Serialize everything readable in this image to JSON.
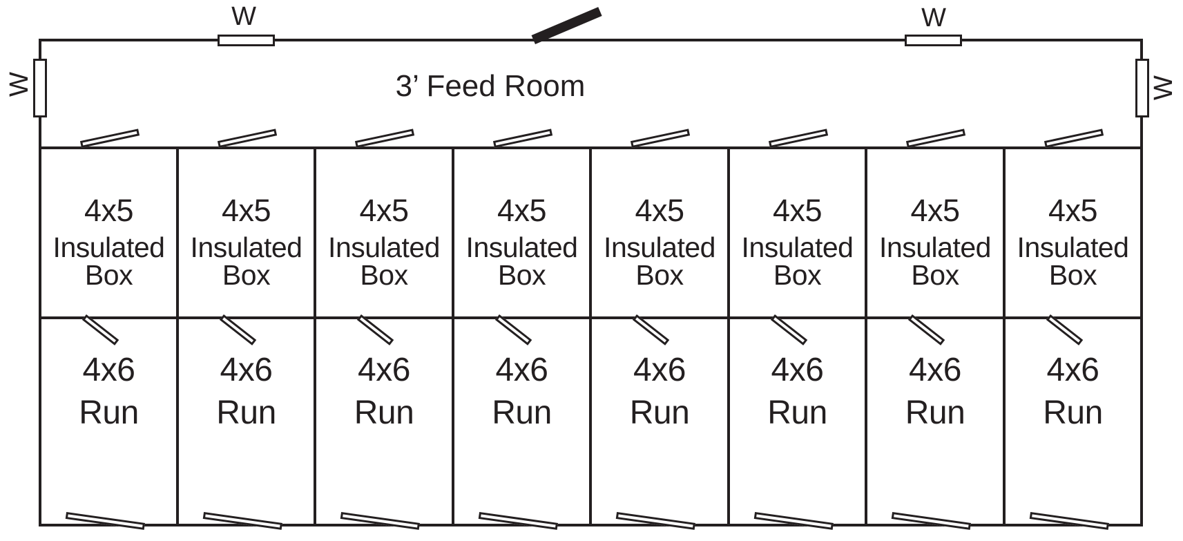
{
  "colors": {
    "ink": "#231f20",
    "background": "#ffffff"
  },
  "plan": {
    "feed_room_label": "3’ Feed Room",
    "window_label": "W",
    "stalls": [
      {
        "box_size": "4x5",
        "box_line1": "Insulated",
        "box_line2": "Box",
        "run_size": "4x6",
        "run_label": "Run"
      },
      {
        "box_size": "4x5",
        "box_line1": "Insulated",
        "box_line2": "Box",
        "run_size": "4x6",
        "run_label": "Run"
      },
      {
        "box_size": "4x5",
        "box_line1": "Insulated",
        "box_line2": "Box",
        "run_size": "4x6",
        "run_label": "Run"
      },
      {
        "box_size": "4x5",
        "box_line1": "Insulated",
        "box_line2": "Box",
        "run_size": "4x6",
        "run_label": "Run"
      },
      {
        "box_size": "4x5",
        "box_line1": "Insulated",
        "box_line2": "Box",
        "run_size": "4x6",
        "run_label": "Run"
      },
      {
        "box_size": "4x5",
        "box_line1": "Insulated",
        "box_line2": "Box",
        "run_size": "4x6",
        "run_label": "Run"
      },
      {
        "box_size": "4x5",
        "box_line1": "Insulated",
        "box_line2": "Box",
        "run_size": "4x6",
        "run_label": "Run"
      },
      {
        "box_size": "4x5",
        "box_line1": "Insulated",
        "box_line2": "Box",
        "run_size": "4x6",
        "run_label": "Run"
      }
    ]
  }
}
